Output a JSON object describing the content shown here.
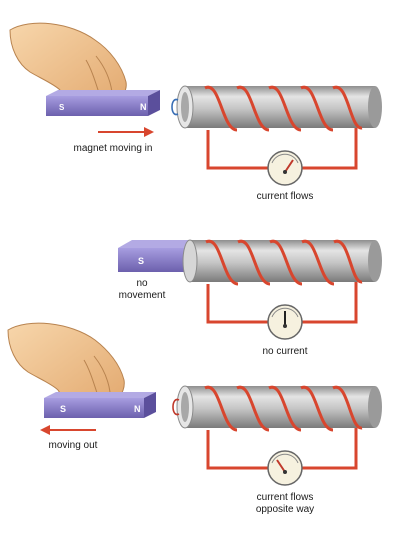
{
  "scenes": [
    {
      "label": "magnet moving in",
      "meter_label": "current flows",
      "pole_left": "S",
      "pole_right": "N",
      "needle": "right"
    },
    {
      "label_line1": "no",
      "label_line2": "movement",
      "meter_label": "no current",
      "pole_left": "S",
      "needle": "center"
    },
    {
      "label": "moving out",
      "meter_label_line1": "current flows",
      "meter_label_line2": "opposite way",
      "pole_left": "S",
      "pole_right": "N",
      "needle": "left"
    }
  ],
  "colors": {
    "wire": "#d8462e",
    "arrow": "#d8462e",
    "magnet": "#8a7ec9",
    "magnet_dark": "#6c60ad",
    "tube": "#b9b9b9",
    "skin": "#f2c48f"
  },
  "icons": [
    "hand-icon",
    "bar-magnet-icon",
    "coil-tube-icon",
    "galvanometer-icon",
    "arrow-icon"
  ]
}
